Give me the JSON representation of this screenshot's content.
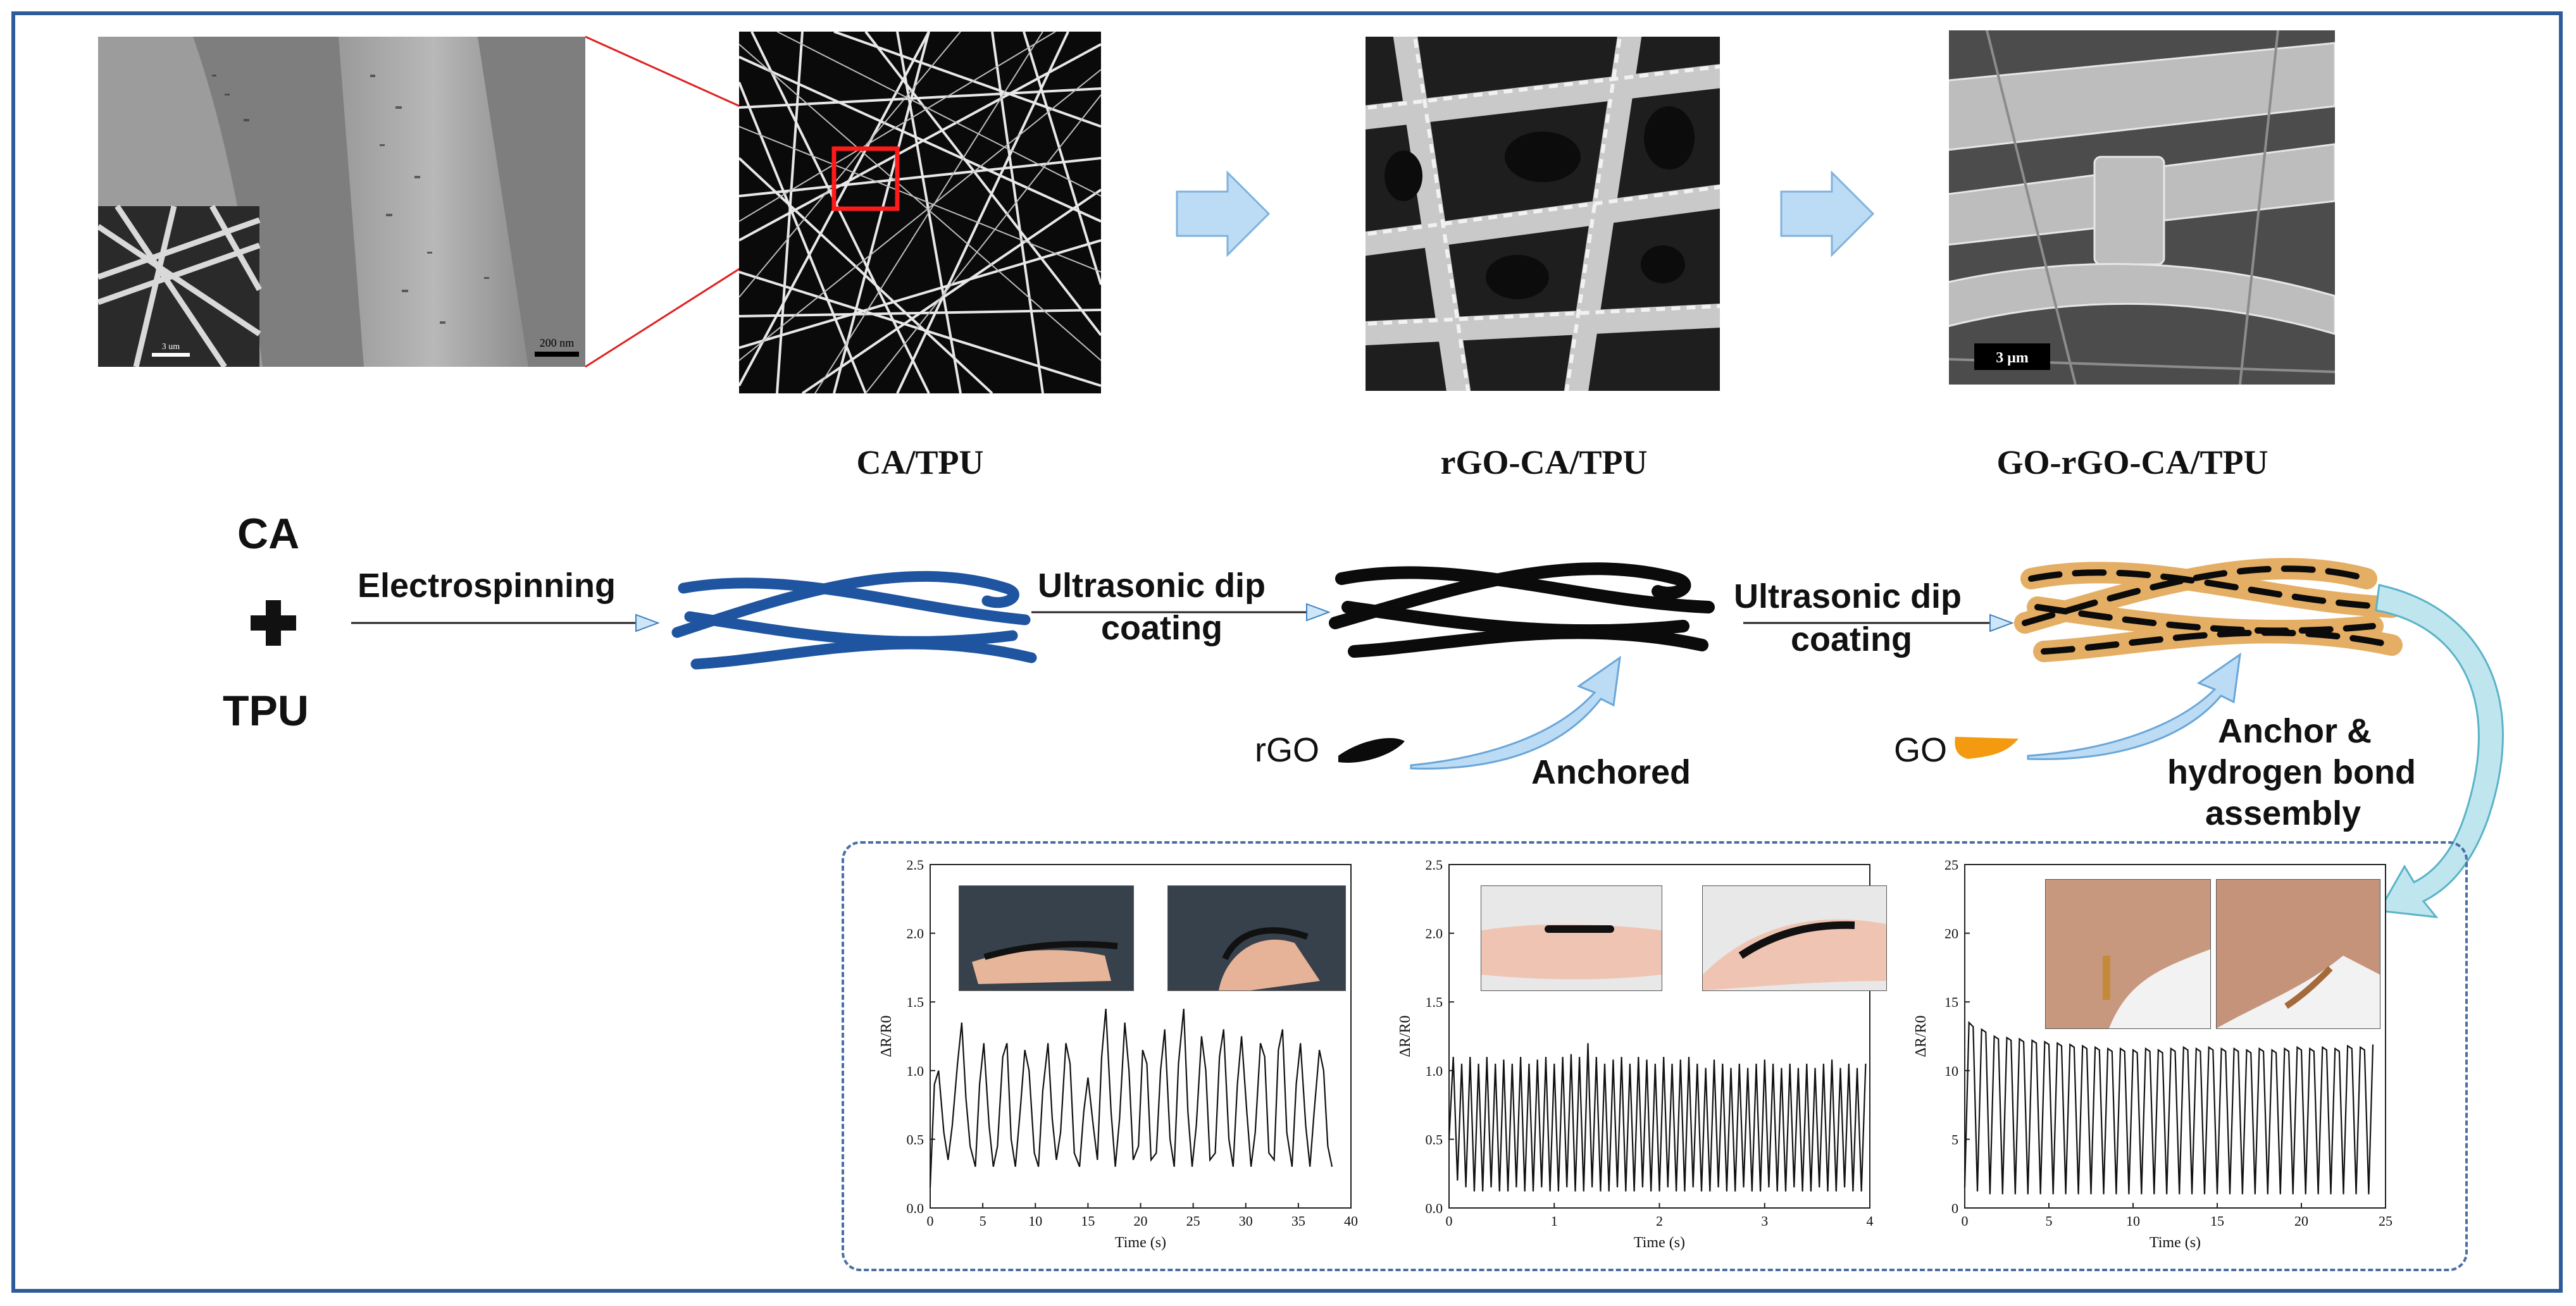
{
  "stages": {
    "cat": "CA/TPU",
    "rgo": "rGO-CA/TPU",
    "gorgo": "GO-rGO-CA/TPU"
  },
  "materials": {
    "ca": "CA",
    "plus": "+",
    "tpu": "TPU"
  },
  "process": {
    "step1": "Electrospinning",
    "step2_line1": "Ultrasonic dip",
    "step2_line2": "coating",
    "step3_line1": "Ultrasonic dip",
    "step3_line2": "coating"
  },
  "additives": {
    "rgo_label": "rGO",
    "rgo_action": "Anchored",
    "go_label": "GO",
    "go_action_line1": "Anchor &",
    "go_action_line2": "hydrogen bond",
    "go_action_line3": "assembly"
  },
  "scale_bars": {
    "inset_main": "200 nm",
    "inset_small": "3 um",
    "sem4": "3 μm"
  },
  "colors": {
    "fiber_blue": "#1f55a0",
    "fiber_black": "#0b0b0b",
    "go_orange": "#d98a1e",
    "arrow_fill": "#bcdcf5",
    "arrow_stroke": "#3f7fbf",
    "frame": "#2e5c9a"
  },
  "chart_data": [
    {
      "type": "line",
      "xlabel": "Time (s)",
      "ylabel": "ΔR/R0",
      "xlim": [
        0,
        40
      ],
      "ylim": [
        0,
        2.5
      ],
      "xticks": [
        0,
        5,
        10,
        15,
        20,
        25,
        30,
        35,
        40
      ],
      "yticks": [
        0.0,
        0.5,
        1.0,
        1.5,
        2.0,
        2.5
      ],
      "x": [
        0,
        0.4,
        0.8,
        1.3,
        1.7,
        2.1,
        2.6,
        3.0,
        3.4,
        3.8,
        4.3,
        4.7,
        5.1,
        5.6,
        6.0,
        6.4,
        6.9,
        7.3,
        7.7,
        8.1,
        8.6,
        9.0,
        9.4,
        9.9,
        10.3,
        10.7,
        11.2,
        11.6,
        12.0,
        12.4,
        12.9,
        13.3,
        13.7,
        14.2,
        14.6,
        15.0,
        15.5,
        15.9,
        16.3,
        16.7,
        17.2,
        17.6,
        18.0,
        18.5,
        18.9,
        19.3,
        19.8,
        20.2,
        20.6,
        21.0,
        21.5,
        21.9,
        22.3,
        22.8,
        23.2,
        23.6,
        24.1,
        24.5,
        24.9,
        25.3,
        25.8,
        26.2,
        26.6,
        27.1,
        27.5,
        27.9,
        28.4,
        28.8,
        29.2,
        29.6,
        30.1,
        30.5,
        30.9,
        31.4,
        31.8,
        32.2,
        32.7,
        33.1,
        33.5,
        33.9,
        34.4,
        34.8,
        35.2,
        35.7,
        36.1,
        36.5,
        37.0,
        37.4,
        37.8,
        38.2
      ],
      "y": [
        0.15,
        0.9,
        1.0,
        0.55,
        0.35,
        0.6,
        1.05,
        1.35,
        0.8,
        0.45,
        0.3,
        0.9,
        1.2,
        0.6,
        0.3,
        0.45,
        1.1,
        1.2,
        0.5,
        0.3,
        0.75,
        1.15,
        1.0,
        0.4,
        0.3,
        0.85,
        1.2,
        0.65,
        0.35,
        0.55,
        1.2,
        1.05,
        0.4,
        0.3,
        0.7,
        0.95,
        0.6,
        0.35,
        1.1,
        1.45,
        0.7,
        0.3,
        0.65,
        1.35,
        1.0,
        0.35,
        0.45,
        1.15,
        1.05,
        0.35,
        0.4,
        1.0,
        1.3,
        0.5,
        0.3,
        1.05,
        1.45,
        0.7,
        0.3,
        0.6,
        1.25,
        1.0,
        0.35,
        0.4,
        1.1,
        1.3,
        0.5,
        0.3,
        0.9,
        1.25,
        0.7,
        0.3,
        0.55,
        1.2,
        1.1,
        0.4,
        0.35,
        1.15,
        1.3,
        0.55,
        0.3,
        0.9,
        1.2,
        0.6,
        0.3,
        0.7,
        1.15,
        1.0,
        0.45,
        0.3
      ]
    },
    {
      "type": "line",
      "xlabel": "Time (s)",
      "ylabel": "ΔR/R0",
      "xlim": [
        0,
        4
      ],
      "ylim": [
        0,
        2.5
      ],
      "xticks": [
        0,
        1,
        2,
        3,
        4
      ],
      "yticks": [
        0.0,
        0.5,
        1.0,
        1.5,
        2.0,
        2.5
      ],
      "x": [
        0,
        0.04,
        0.08,
        0.12,
        0.16,
        0.2,
        0.24,
        0.28,
        0.32,
        0.36,
        0.4,
        0.44,
        0.48,
        0.52,
        0.56,
        0.6,
        0.64,
        0.68,
        0.72,
        0.76,
        0.8,
        0.84,
        0.88,
        0.92,
        0.96,
        1.0,
        1.04,
        1.08,
        1.12,
        1.16,
        1.2,
        1.24,
        1.28,
        1.32,
        1.36,
        1.4,
        1.44,
        1.48,
        1.52,
        1.56,
        1.6,
        1.64,
        1.68,
        1.72,
        1.76,
        1.8,
        1.84,
        1.88,
        1.92,
        1.96,
        2.0,
        2.04,
        2.08,
        2.12,
        2.16,
        2.2,
        2.24,
        2.28,
        2.32,
        2.36,
        2.4,
        2.44,
        2.48,
        2.52,
        2.56,
        2.6,
        2.64,
        2.68,
        2.72,
        2.76,
        2.8,
        2.84,
        2.88,
        2.92,
        2.96,
        3.0,
        3.04,
        3.08,
        3.12,
        3.16,
        3.2,
        3.24,
        3.28,
        3.32,
        3.36,
        3.4,
        3.44,
        3.48,
        3.52,
        3.56,
        3.6,
        3.64,
        3.68,
        3.72,
        3.76,
        3.8,
        3.84,
        3.88,
        3.92,
        3.96
      ],
      "y": [
        0.5,
        1.1,
        0.2,
        1.05,
        0.15,
        1.1,
        0.12,
        1.05,
        0.12,
        1.1,
        0.15,
        1.05,
        0.12,
        1.08,
        0.12,
        1.05,
        0.15,
        1.1,
        0.12,
        1.05,
        0.12,
        1.08,
        0.15,
        1.1,
        0.12,
        1.05,
        0.12,
        1.1,
        0.15,
        1.12,
        0.12,
        1.1,
        0.12,
        1.2,
        0.15,
        1.1,
        0.12,
        1.05,
        0.12,
        1.08,
        0.15,
        1.1,
        0.12,
        1.05,
        0.12,
        1.1,
        0.15,
        1.08,
        0.12,
        1.05,
        0.12,
        1.1,
        0.15,
        1.05,
        0.12,
        1.08,
        0.12,
        1.1,
        0.15,
        1.05,
        0.12,
        1.02,
        0.12,
        1.08,
        0.15,
        1.05,
        0.12,
        1.02,
        0.12,
        1.05,
        0.15,
        1.02,
        0.12,
        1.05,
        0.12,
        1.08,
        0.15,
        1.05,
        0.12,
        1.02,
        0.12,
        1.05,
        0.15,
        1.02,
        0.12,
        1.05,
        0.12,
        1.02,
        0.15,
        1.05,
        0.12,
        1.08,
        0.12,
        1.02,
        0.15,
        1.05,
        0.12,
        1.02,
        0.12,
        1.05
      ]
    },
    {
      "type": "line",
      "xlabel": "Time (s)",
      "ylabel": "ΔR/R0",
      "xlim": [
        0,
        25
      ],
      "ylim": [
        0,
        25
      ],
      "xticks": [
        0,
        5,
        10,
        15,
        20,
        25
      ],
      "yticks": [
        0,
        5,
        10,
        15,
        20,
        25
      ],
      "x": [
        0,
        0.25,
        0.5,
        0.75,
        1.0,
        1.25,
        1.5,
        1.75,
        2.0,
        2.25,
        2.5,
        2.75,
        3.0,
        3.25,
        3.5,
        3.75,
        4.0,
        4.25,
        4.5,
        4.75,
        5.0,
        5.25,
        5.5,
        5.75,
        6.0,
        6.25,
        6.5,
        6.75,
        7.0,
        7.25,
        7.5,
        7.75,
        8.0,
        8.25,
        8.5,
        8.75,
        9.0,
        9.25,
        9.5,
        9.75,
        10.0,
        10.25,
        10.5,
        10.75,
        11.0,
        11.25,
        11.5,
        11.75,
        12.0,
        12.25,
        12.5,
        12.75,
        13.0,
        13.25,
        13.5,
        13.75,
        14.0,
        14.25,
        14.5,
        14.75,
        15.0,
        15.25,
        15.5,
        15.75,
        16.0,
        16.25,
        16.5,
        16.75,
        17.0,
        17.25,
        17.5,
        17.75,
        18.0,
        18.25,
        18.5,
        18.75,
        19.0,
        19.25,
        19.5,
        19.75,
        20.0,
        20.25,
        20.5,
        20.75,
        21.0,
        21.25,
        21.5,
        21.75,
        22.0,
        22.25,
        22.5,
        22.75,
        23.0,
        23.25,
        23.5,
        23.75,
        24.0,
        24.25
      ],
      "y": [
        1.5,
        13.5,
        13.2,
        1.2,
        13.0,
        12.8,
        1.0,
        12.5,
        12.3,
        1.0,
        12.4,
        12.2,
        1.0,
        12.3,
        12.1,
        1.0,
        12.2,
        12.0,
        1.0,
        12.1,
        11.9,
        1.0,
        12.0,
        11.8,
        1.0,
        11.9,
        11.7,
        1.0,
        11.8,
        11.6,
        1.0,
        11.7,
        11.5,
        1.0,
        11.6,
        11.4,
        1.0,
        11.6,
        11.4,
        1.0,
        11.5,
        11.3,
        1.0,
        11.6,
        11.4,
        1.0,
        11.5,
        11.3,
        1.0,
        11.6,
        11.4,
        1.0,
        11.7,
        11.5,
        1.0,
        11.6,
        11.4,
        1.0,
        11.7,
        11.5,
        1.0,
        11.6,
        11.4,
        1.0,
        11.6,
        11.4,
        1.0,
        11.5,
        11.3,
        1.0,
        11.6,
        11.4,
        1.0,
        11.5,
        11.3,
        1.0,
        11.6,
        11.4,
        1.0,
        11.7,
        11.5,
        1.0,
        11.6,
        11.4,
        1.0,
        11.7,
        11.5,
        1.0,
        11.6,
        11.4,
        1.0,
        11.8,
        11.6,
        1.0,
        11.7,
        11.5,
        1.0,
        11.9,
        11.7,
        1.5
      ]
    }
  ]
}
